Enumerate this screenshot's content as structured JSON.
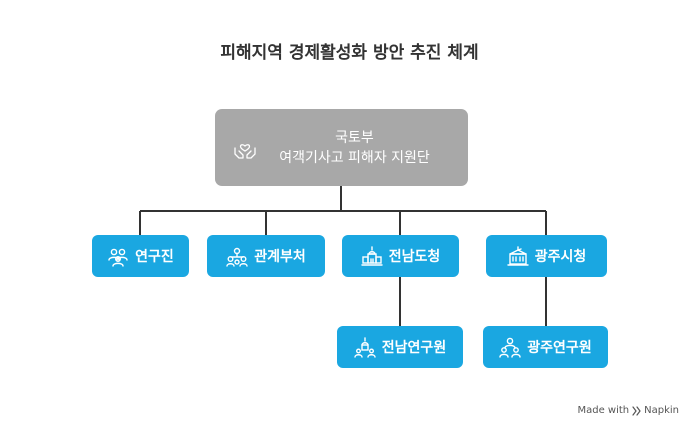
{
  "title": "피해지역 경제활성화 방안 추진 체계",
  "root": {
    "line1": "국토부",
    "line2": "여객기사고 피해자 지원단",
    "icon": "heart-hands-icon"
  },
  "nodes": [
    {
      "label": "연구진",
      "icon": "people-group-icon"
    },
    {
      "label": "관계부처",
      "icon": "organization-icon"
    },
    {
      "label": "전남도청",
      "icon": "government-building-icon"
    },
    {
      "label": "광주시청",
      "icon": "city-hall-icon"
    },
    {
      "label": "전남연구원",
      "icon": "research-institute-icon"
    },
    {
      "label": "광주연구원",
      "icon": "research-team-icon"
    }
  ],
  "footer": {
    "made_with": "Made with",
    "brand": "Napkin"
  },
  "colors": {
    "root_bg": "#a8a8a8",
    "node_bg": "#1aa7e1",
    "line": "#333333"
  }
}
